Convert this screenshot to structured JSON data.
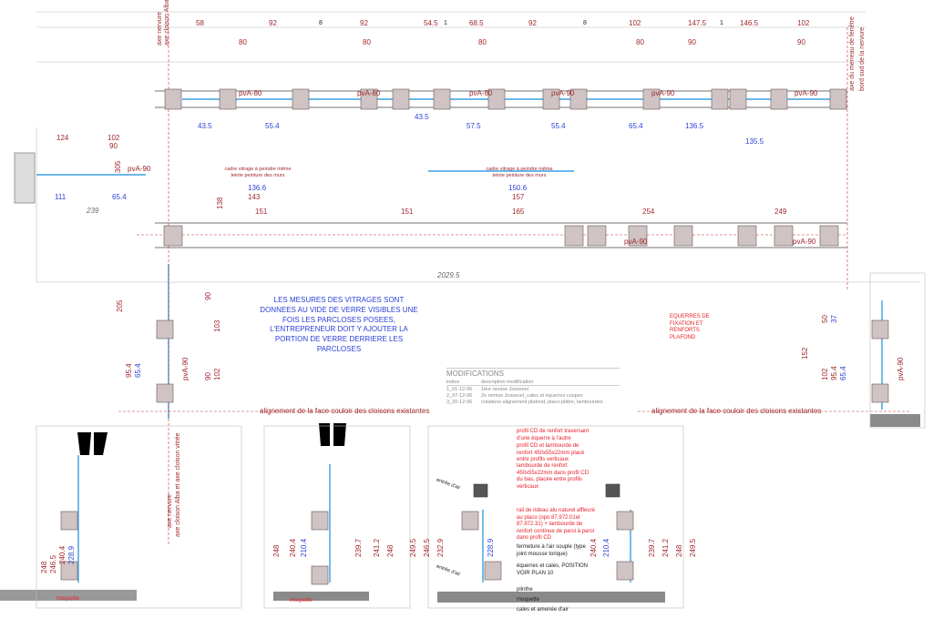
{
  "plan": {
    "top_dims": [
      "58",
      "92",
      "8",
      "92",
      "54.5",
      "1",
      "68.5",
      "92",
      "8",
      "102",
      "147.5",
      "1",
      "146.5",
      "102"
    ],
    "second_dims": [
      "80",
      "80",
      "80",
      "80",
      "90",
      "90"
    ],
    "profile_labels": [
      "pvA-80",
      "pvA-80",
      "pvA-80",
      "pvA-90",
      "pvA-90",
      "pvA-90",
      "pvA-90",
      "pvA-90",
      "pvA-90"
    ],
    "blue_dims": [
      "43.5",
      "55.4",
      "43.5",
      "57.5",
      "55.4",
      "65.4",
      "136.5",
      "135.5",
      "111",
      "65.4",
      "136.6",
      "150.6"
    ],
    "mid_dims": [
      "143",
      "157",
      "151",
      "151",
      "165",
      "254",
      "249",
      "138",
      "124",
      "102",
      "90",
      "305"
    ],
    "italic_dims": [
      "239",
      "2029.5"
    ],
    "frame_note_1": "cadre vitrage à peindre même teinte peinture des murs",
    "frame_note_2": "cadre vitrage à peindre même teinte peinture des murs",
    "axes": [
      "axe nervure",
      "axe cloison Alba",
      "axe du meneau de fenêtre",
      "bord sud de la nervure"
    ],
    "left_dims": [
      "205",
      "95.4",
      "65.4",
      "90",
      "103",
      "90",
      "102",
      "pvA-90"
    ],
    "right_dims": [
      "152",
      "102",
      "95.4",
      "65.4",
      "50",
      "37",
      "pvA-90"
    ]
  },
  "note": "LES MESURES DES VITRAGES SONT DONNEES AU VIDE DE VERRE VISIBLES UNE FOIS LES PARCLOSES POSEES, L'ENTREPRENEUR DOIT Y AJOUTER LA PORTION DE VERRE DERRIERE LES PARCLOSES",
  "equerres_note": "EQUERRES DE FIXATION ET RENFORTS PLAFOND",
  "alignment_left": "alignement de la face couloir des cloisons existantes",
  "alignment_right": "alignement de la face couloir des cloisons existantes",
  "modifications": {
    "title": "MODIFICATIONS",
    "col_index": "indice",
    "col_desc": "description modification",
    "rows": [
      {
        "index": "1_01-12-06",
        "desc": "1ère remise Jossevel"
      },
      {
        "index": "2_07-12-06",
        "desc": "2e remise Jossevel_cales et equerres coupes"
      },
      {
        "index": "3_20-12-06",
        "desc": "cotations alignement plafond, placo-plâtre, lambourdes"
      }
    ]
  },
  "sections": {
    "axis_label_1": "axe nervure",
    "axis_label_2": "axe cloison Alba et axe cloison vitrée",
    "moquette_1": "moquette",
    "moquette_2": "moquette",
    "entree_air_1": "entrée d'air",
    "entree_air_2": "entrée d'air",
    "sec1_dims": [
      "248",
      "246.5",
      "240.4",
      "228.9"
    ],
    "sec2_dims": [
      "248",
      "240.4",
      "210.4",
      "239.7",
      "241.2",
      "248"
    ],
    "sec3_dims": [
      "249.5",
      "246.5",
      "232.9",
      "228.9",
      "240.4",
      "210.4",
      "239.7",
      "241.2",
      "248",
      "249.5"
    ],
    "red_notes": [
      "profil CD de renfort traversant d'une équerre à l'autre",
      "profil CD et lambourde de renfort 450x55x22mm placé entre profils verticaux",
      "lambourde de renfort 450x55x22mm dans profil CD du bas, placée entre profils verticaux",
      "rail de rideau alu naturel affleuré au placo (opo 87.972.01et 87.972.31) + lambourde de renfort continue de paroi à paroi dans profil CD"
    ],
    "black_notes": [
      "fermeture à l'air souple (type joint mousse torique)",
      "équerres et cales, POSITION VOIR PLAN 10",
      "plinthe",
      "moquette",
      "cales et amenée d'air"
    ]
  }
}
